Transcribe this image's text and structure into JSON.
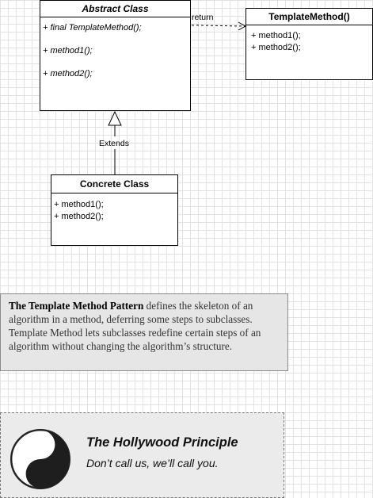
{
  "diagram": {
    "abstract_class": {
      "name": "Abstract Class",
      "members": [
        "+ final TemplateMethod();",
        "+ method1();",
        "+ method2();"
      ]
    },
    "template_method": {
      "name": "TemplateMethod()",
      "members": [
        "+ method1();",
        "+ method2();"
      ]
    },
    "concrete_class": {
      "name": "Concrete Class",
      "members": [
        "+ method1();",
        "+ method2();"
      ]
    },
    "return_label": "return",
    "extends_label": "Extends"
  },
  "note": {
    "bold": "The Template Method Pattern",
    "text": " defines the skeleton of an algorithm in a method, deferring some steps to subclasses.  Template Method lets subclasses redefine certain steps of an algorithm without changing the algorithm’s structure."
  },
  "principle": {
    "title": "The Hollywood Principle",
    "subtitle": "Don’t call us, we’ll call you.",
    "icon": "yin-yang-icon"
  }
}
